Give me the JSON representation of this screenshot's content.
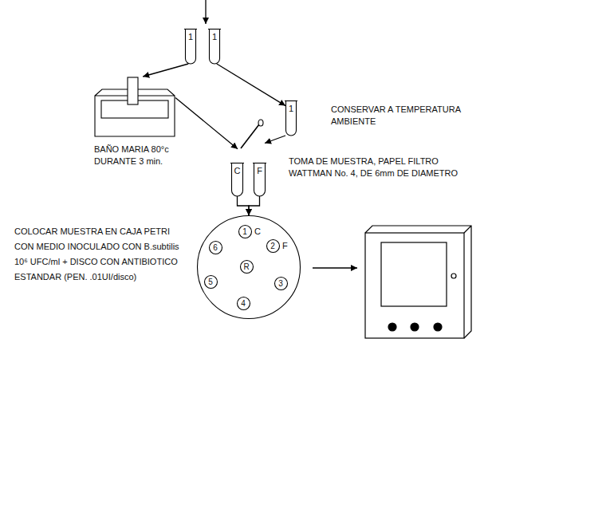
{
  "diagram": {
    "nodes": [
      {
        "text": [
          "1"
        ]
      },
      {
        "text": [
          "1"
        ]
      },
      {
        "text": [
          "BAÑO MARIA 80°c DURANTE 3 min."
        ]
      },
      {
        "text": [
          "1"
        ]
      },
      {
        "text": [
          "TOMA DE MUESTRA, PAPEL FILTRO WATTMAN No. 4, DE 6mm DE DIAMETRO"
        ]
      },
      {
        "text": [
          "C"
        ]
      },
      {
        "text": [
          "F"
        ]
      },
      {
        "text": [
          "C",
          "F"
        ]
      },
      {
        "text": [
          "1"
        ],
        "in": 7
      },
      {
        "text": [
          "2"
        ],
        "in": 7
      },
      {
        "text": [
          "3"
        ],
        "in": 7
      },
      {
        "text": [
          "4"
        ],
        "in": 7
      },
      {
        "text": [
          "5"
        ],
        "in": 7
      },
      {
        "text": [
          "6"
        ],
        "in": 7
      },
      {
        "text": [
          "R"
        ],
        "in": 7
      }
    ],
    "edges": [
      {
        "from": 0,
        "to": 2,
        "arrow": "to"
      },
      {
        "from": 1,
        "to": 3,
        "arrow": "to"
      },
      {
        "from": 2,
        "to": 4,
        "arrow": "to"
      },
      {
        "from": 3,
        "to": 4,
        "arrow": "to"
      },
      {
        "from": 5,
        "to": 7,
        "arrow": "to"
      },
      {
        "from": 6,
        "to": 7,
        "arrow": "to"
      }
    ],
    "labels": [
      "CONSERVAR A TEMPERATURA AMBIENTE",
      "COLOCAR MUESTRA EN CAJA PETRI CON MEDIO INOCULADO CON B.subtilis 10⁶ UFC/ml + DISCO CON ANTIBIOTICO ESTANDAR (PEN. .01UI/disco)"
    ]
  }
}
